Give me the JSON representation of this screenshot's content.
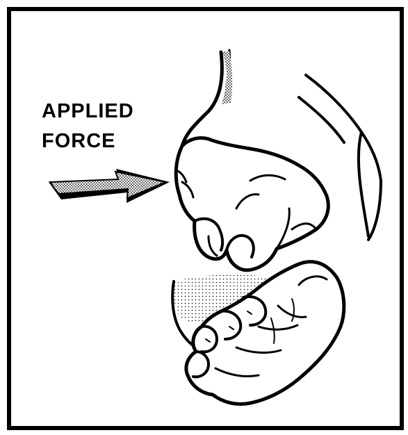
{
  "diagram": {
    "label_line1": "APPLIED",
    "label_line2": "FORCE",
    "colors": {
      "ink": "#000000",
      "paper": "#ffffff",
      "shade": "#9a9a9a"
    },
    "icons": [
      "force-arrow-icon",
      "hands-grip-illustration"
    ]
  }
}
